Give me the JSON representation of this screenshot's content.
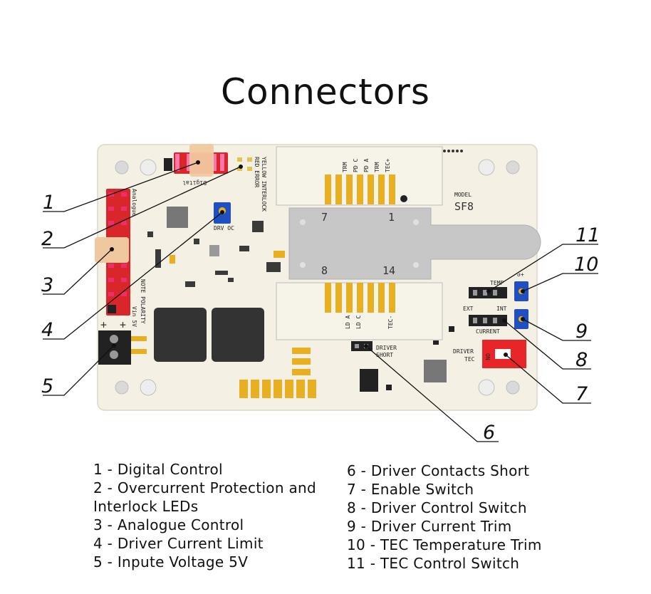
{
  "title": "Connectors",
  "board": {
    "model_label": "MODEL",
    "model": "SF8",
    "silkscreen": {
      "digital": "Digital",
      "analogue": "Analogue",
      "yellow_interlock": "YELLOW INTERLOCK",
      "red_error": "RED ERROR",
      "drv_oc": "DRV OC",
      "note_polarity": "NOTE POLARITY",
      "vin": "Vin 5V",
      "trm1": "TRM",
      "pd_c": "PD C",
      "pd_a": "PD A",
      "trm2": "TRM",
      "tec_plus": "TEC+",
      "ld_a": "LD A",
      "ld_c": "LD C",
      "tec_minus": "TEC-",
      "pin7": "7",
      "pin1": "1",
      "pin8": "8",
      "pin14": "14",
      "temp": "TEMP",
      "ext": "EXT",
      "int": "INT",
      "current": "CURRENT",
      "driver_short_1": "DRIVER",
      "driver_short_2": "SHORT",
      "driver_tec_1": "DRIVER",
      "driver_tec_2": "TEC",
      "on": "ON",
      "plus1": "+",
      "plus2": "+",
      "pot_minus_plus": "↺+"
    }
  },
  "callouts": [
    "1",
    "2",
    "3",
    "4",
    "5",
    "6",
    "7",
    "8",
    "9",
    "10",
    "11"
  ],
  "legend_left": [
    "1 - Digital Control",
    "2 - Overcurrent Protection and",
    "Interlock LEDs",
    "3 - Analogue Control",
    "4 - Driver Current Limit",
    "5 - Inpute Voltage 5V"
  ],
  "legend_right": [
    "6 - Driver Contacts Short",
    "7 - Enable Switch",
    "8 - Driver Control Switch",
    "9 - Driver Current Trim",
    "10 - TEC Temperature Trim",
    "11 - TEC Control Switch"
  ],
  "colors": {
    "board": "#f4f1e4",
    "gold": "#e8b020",
    "red_connector": "#d8262a",
    "blue_pot": "#1f4fc0",
    "chip": "#3a3a3a",
    "thermal_pad": "#c7c7c7",
    "highlight": "#f0c8a0"
  }
}
